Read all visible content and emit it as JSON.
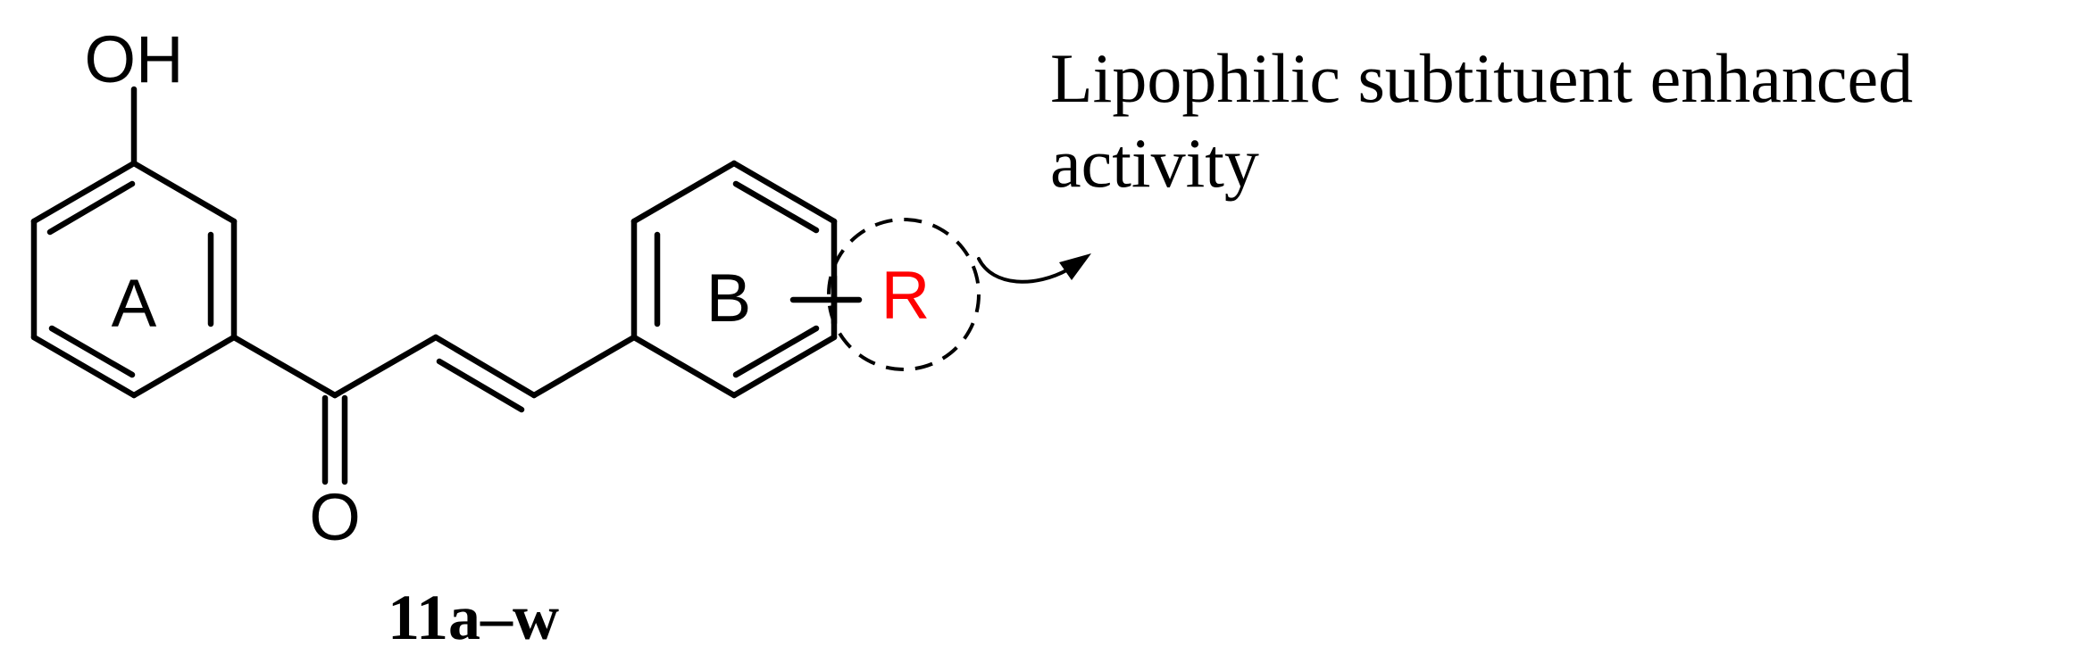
{
  "structure": {
    "hydroxyl_label": "OH",
    "carbonyl_oxygen_label": "O",
    "ring_a_label": "A",
    "ring_b_label": "B",
    "substituent_label": "R",
    "substituent_color": "#ff0000",
    "highlight_style": "dashed-circle"
  },
  "compound_label": "11a–w",
  "annotation": {
    "line1": "Lipophilic subtituent enhanced",
    "line2": "activity",
    "arrow": "curved-arrow"
  }
}
